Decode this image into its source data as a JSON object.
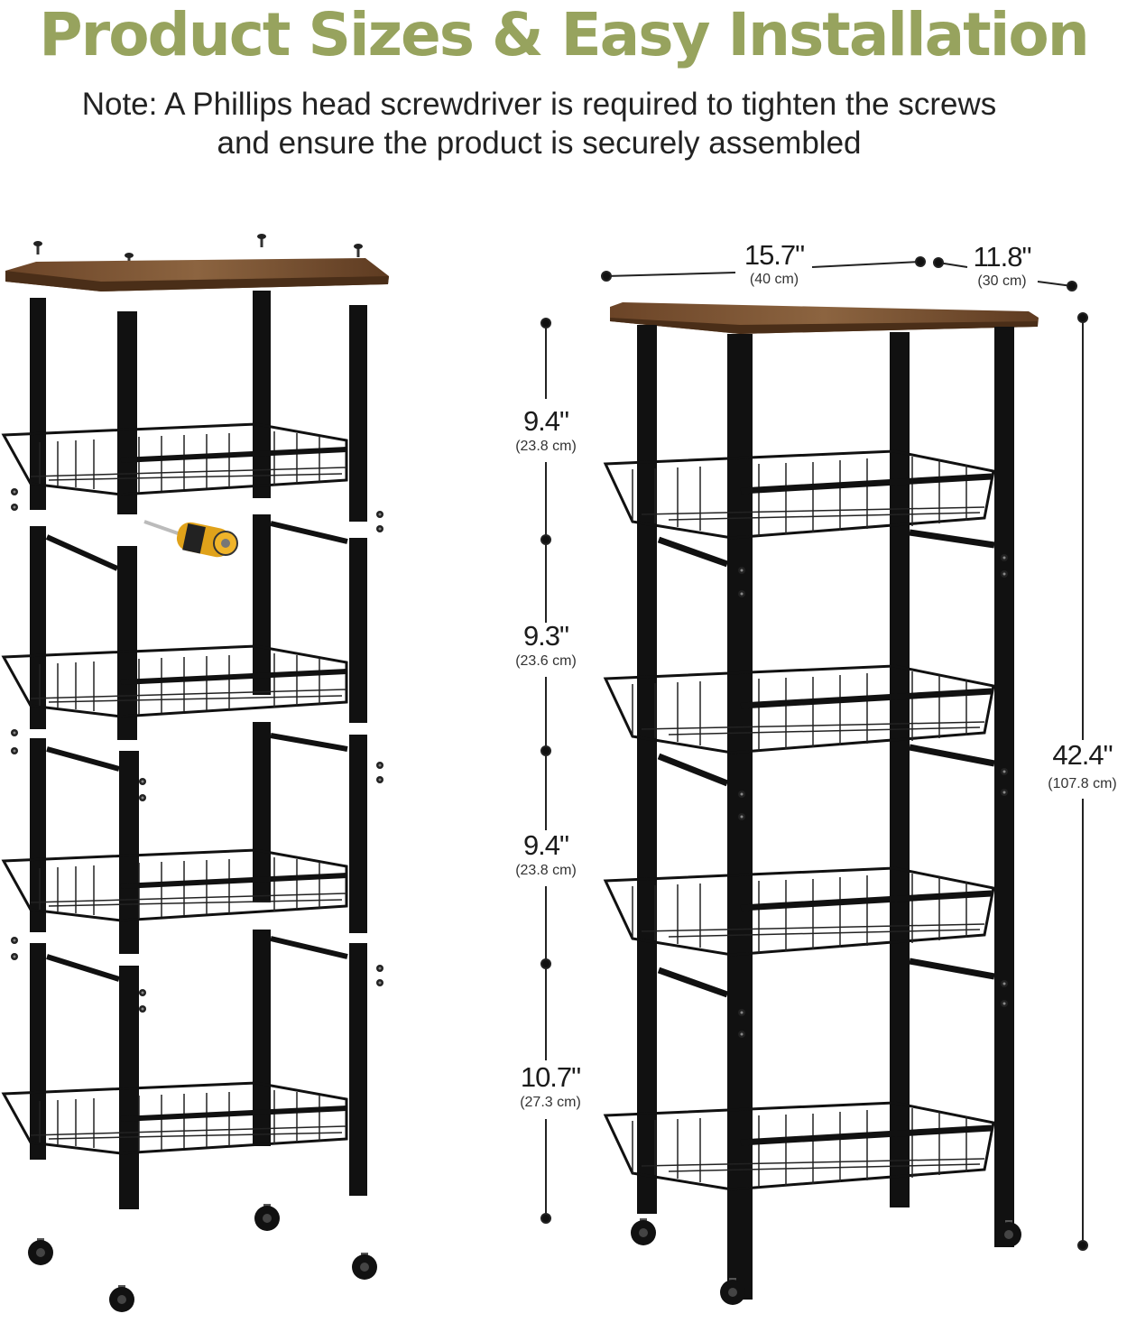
{
  "header": {
    "title": "Product Sizes & Easy Installation",
    "note_line1": "Note: A Phillips head screwdriver is required to tighten the screws",
    "note_line2": "and ensure the product is securely assembled"
  },
  "dimensions": {
    "width": {
      "in": "15.7\"",
      "cm": "(40 cm)"
    },
    "depth": {
      "in": "11.8\"",
      "cm": "(30 cm)"
    },
    "height": {
      "in": "42.4\"",
      "cm": "(107.8 cm)"
    },
    "gaps": [
      {
        "in": "9.4\"",
        "cm": "(23.8 cm)"
      },
      {
        "in": "9.3\"",
        "cm": "(23.6 cm)"
      },
      {
        "in": "9.4\"",
        "cm": "(23.8 cm)"
      },
      {
        "in": "10.7\"",
        "cm": "(27.3 cm)"
      }
    ]
  },
  "colors": {
    "title": "#97A35E",
    "wood": "#7a5232",
    "frame": "#111111"
  },
  "icons": [
    "screw-icon",
    "screwdriver-icon",
    "caster-wheel-icon"
  ]
}
